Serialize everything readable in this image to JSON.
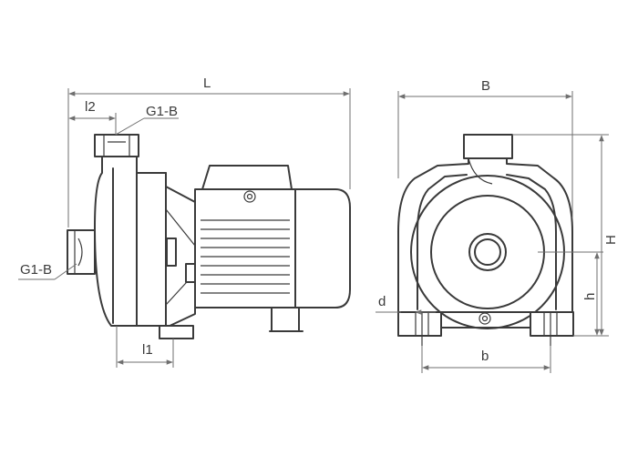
{
  "dimensions": {
    "L": "L",
    "l2": "l2",
    "l1": "l1",
    "inlet_thread": "G1-B",
    "outlet_thread": "G1-B",
    "B": "B",
    "H": "H",
    "h": "h",
    "d": "d",
    "b": "b"
  }
}
